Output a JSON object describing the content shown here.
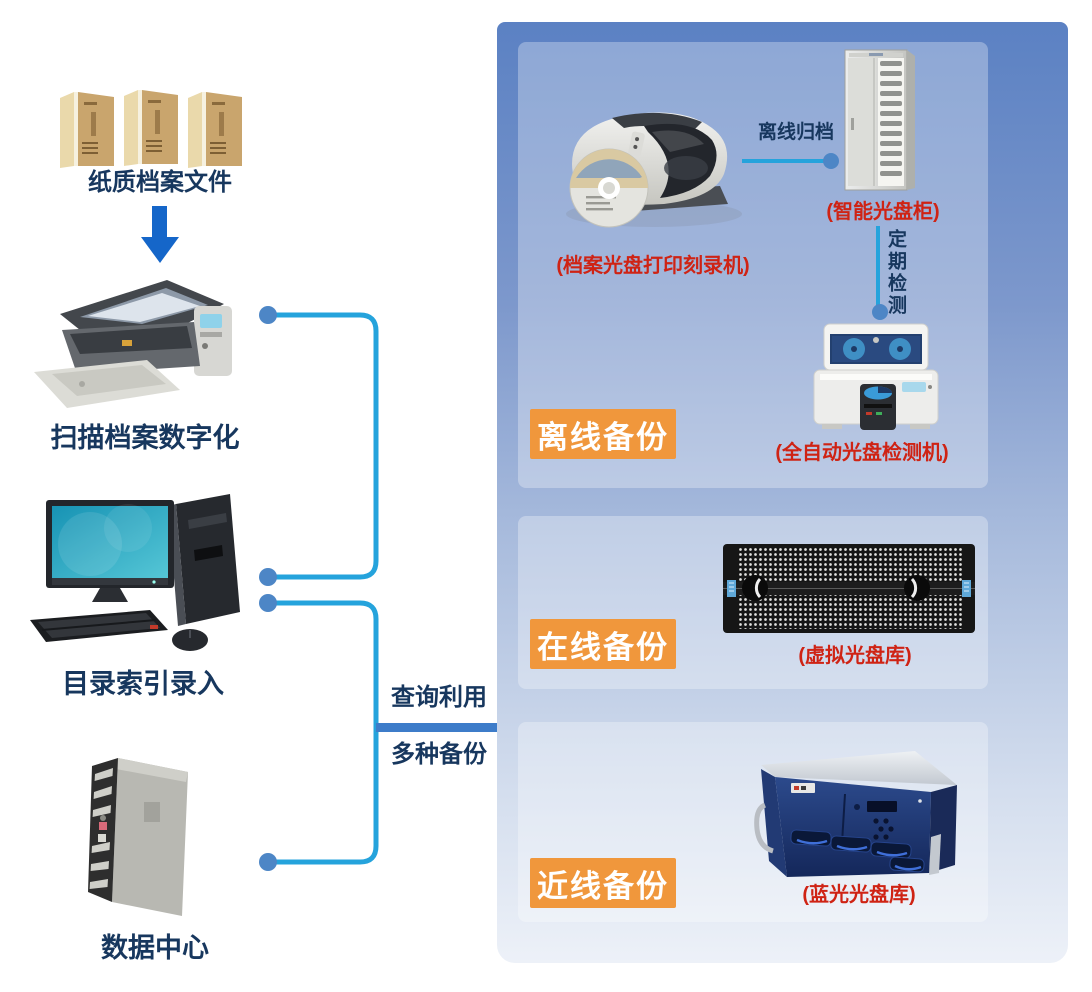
{
  "left_flow": {
    "steps": [
      {
        "label": "纸质档案文件",
        "icon": "archive-boxes-icon"
      },
      {
        "label": "扫描档案数字化",
        "icon": "scanner-icon"
      },
      {
        "label": "目录索引录入",
        "icon": "desktop-computer-icon"
      },
      {
        "label": "数据中心",
        "icon": "server-icon"
      }
    ]
  },
  "middle_links": {
    "query_label": "查询利用",
    "backup_label": "多种备份"
  },
  "panel": {
    "sections": [
      {
        "badge": "离线备份",
        "devices": [
          {
            "icon": "disc-printer-burner-icon",
            "caption": "(档案光盘打印刻录机)"
          },
          {
            "icon": "smart-disc-cabinet-icon",
            "caption": "(智能光盘柜)"
          },
          {
            "icon": "auto-disc-inspector-icon",
            "caption": "(全自动光盘检测机)"
          }
        ],
        "connector_labels": {
          "offline_archive": "离线归档",
          "periodic_check": "定期检测"
        }
      },
      {
        "badge": "在线备份",
        "devices": [
          {
            "icon": "virtual-disc-library-icon",
            "caption": "(虚拟光盘库)"
          }
        ]
      },
      {
        "badge": "近线备份",
        "devices": [
          {
            "icon": "blu-ray-disc-library-icon",
            "caption": "(蓝光光盘库)"
          }
        ]
      }
    ]
  },
  "colors": {
    "navy_text": "#17375e",
    "red_text": "#cf2314",
    "badge_orange": "#f0973c",
    "connector_cyan": "#25a3dc",
    "dot_blue": "#4d86c6",
    "arrow_blue": "#1566c9",
    "link_bar_blue": "#3d7cc9",
    "panel_gradient_top": "#5b81c3",
    "panel_gradient_bottom": "#edf1f8"
  }
}
